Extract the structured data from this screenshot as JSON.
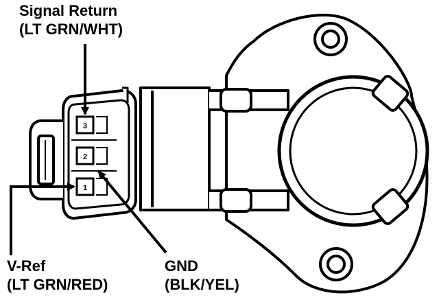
{
  "labels": {
    "signal_return": {
      "name": "Signal Return",
      "wire": "(LT GRN/WHT)"
    },
    "v_ref": {
      "name": "V-Ref",
      "wire": "(LT GRN/RED)"
    },
    "gnd": {
      "name": "GND",
      "wire": "(BLK/YEL)"
    }
  },
  "pins": [
    "3",
    "2",
    "1"
  ],
  "colors": {
    "ink": "#000000",
    "paper": "#ffffff"
  }
}
